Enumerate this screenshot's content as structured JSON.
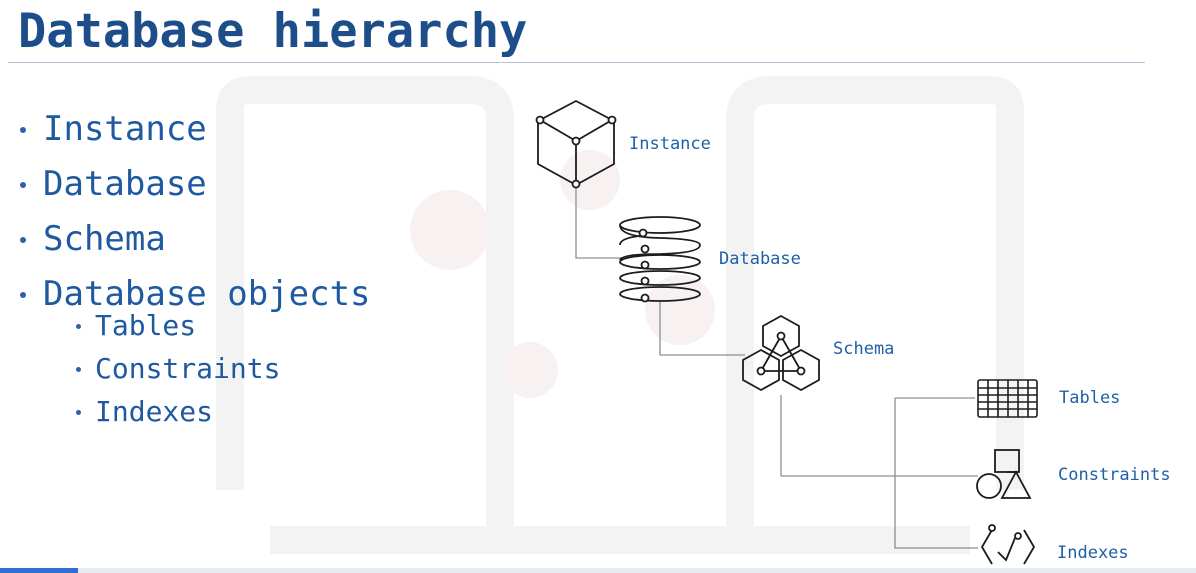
{
  "slide": {
    "title": "Database hierarchy",
    "bullets": [
      "Instance",
      "Database",
      "Schema",
      "Database objects"
    ],
    "sub_bullets": [
      "Tables",
      "Constraints",
      "Indexes"
    ]
  },
  "diagram": {
    "nodes": {
      "instance": "Instance",
      "database": "Database",
      "schema": "Schema",
      "tables": "Tables",
      "constraints": "Constraints",
      "indexes": "Indexes"
    },
    "icons": [
      "cube-icon",
      "database-stack-icon",
      "schema-hexagon-icon",
      "table-grid-icon",
      "constraints-shapes-icon",
      "index-code-icon"
    ],
    "colors": {
      "title": "#1d4e8a",
      "text": "#1f5aa0",
      "line": "#8a8f96",
      "icon": "#1c1c1c"
    }
  },
  "player": {
    "progress": 0.065
  }
}
